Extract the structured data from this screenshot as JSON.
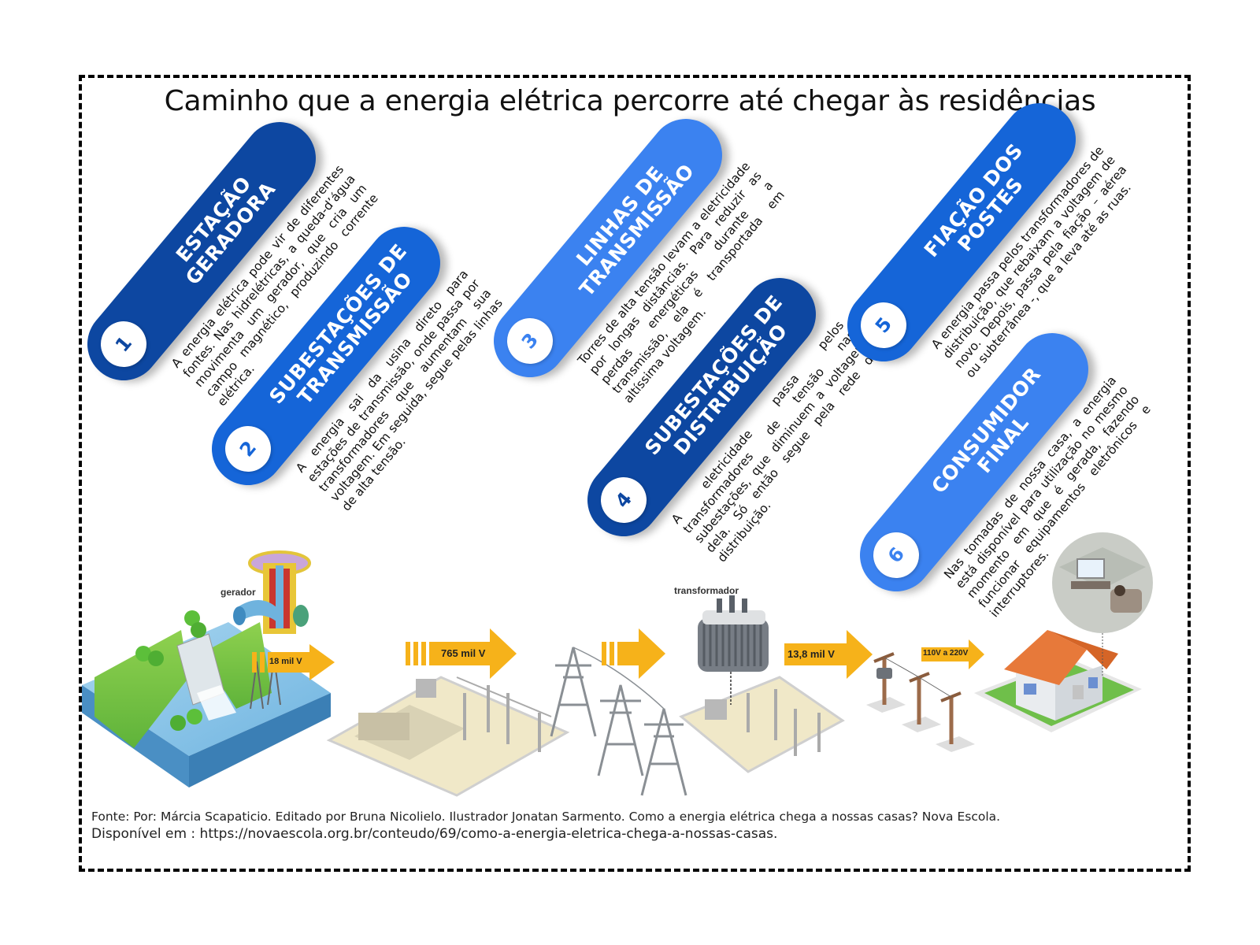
{
  "title": "Caminho que a energia elétrica percorre até chegar às residências",
  "colors": {
    "dark_blue": "#0d47a1",
    "mid_blue": "#1565d8",
    "light_blue": "#3b82f0",
    "arrow_yellow": "#f6b21a"
  },
  "steps": [
    {
      "number": "1",
      "title_line1": "ESTAÇÃO",
      "title_line2": "GERADORA",
      "color": "#0d47a1",
      "text": "A energia elétrica pode vir de diferentes fontes. Nas hidrelétricas, a queda-d’água movimenta um gerador, que cria um campo magnético, produzindo corrente elétrica."
    },
    {
      "number": "2",
      "title_line1": "SUBESTAÇÕES DE",
      "title_line2": "TRANSMISSÃO",
      "color": "#1565d8",
      "text": "A energia sai da usina direto para estações de transmissão, onde passa por transformadores que aumentam sua voltagem. Em seguida, segue pelas linhas de alta tensão."
    },
    {
      "number": "3",
      "title_line1": "LINHAS DE",
      "title_line2": "TRANSMISSÃO",
      "color": "#3b82f0",
      "text": "Torres de alta tensão levam a eletricidade por longas distâncias. Para reduzir as perdas energéticas durante a transmissão, ela é transportada em altíssima voltagem."
    },
    {
      "number": "4",
      "title_line1": "SUBESTAÇÕES DE",
      "title_line2": "DISTRIBUIÇÃO",
      "color": "#0d47a1",
      "text": "A eletricidade passa pelos transformadores de tensão nas subestações, que diminuem a voltagem dela. Só então segue pela rede de distribuição."
    },
    {
      "number": "5",
      "title_line1": "FIAÇÃO DOS",
      "title_line2": "POSTES",
      "color": "#1565d8",
      "text": "A energia passa pelos transformadores de distribuição, que rebaixam a voltagem de novo. Depois, passa pela fiação – aérea ou subterrânea -, que a leva até as ruas."
    },
    {
      "number": "6",
      "title_line1": "CONSUMIDOR",
      "title_line2": "FINAL",
      "color": "#3b82f0",
      "text": "Nas tomadas de nossa casa, a energia está disponível para utilização no mesmo momento em que é gerada, fazendo funcionar equipamentos eletrônicos e interruptores."
    }
  ],
  "illustration": {
    "generator_label": "gerador",
    "transformer_label": "transformador",
    "voltages": [
      "18 mil V",
      "765 mil V",
      "13,8 mil V",
      "110V a 220V"
    ]
  },
  "source": {
    "line1": "Fonte:  Por: Márcia Scapaticio. Editado por Bruna Nicolielo. Ilustrador Jonatan Sarmento. Como a energia elétrica chega a nossas casas? Nova Escola.",
    "line2": "Disponível em : https://novaescola.org.br/conteudo/69/como-a-energia-eletrica-chega-a-nossas-casas."
  }
}
